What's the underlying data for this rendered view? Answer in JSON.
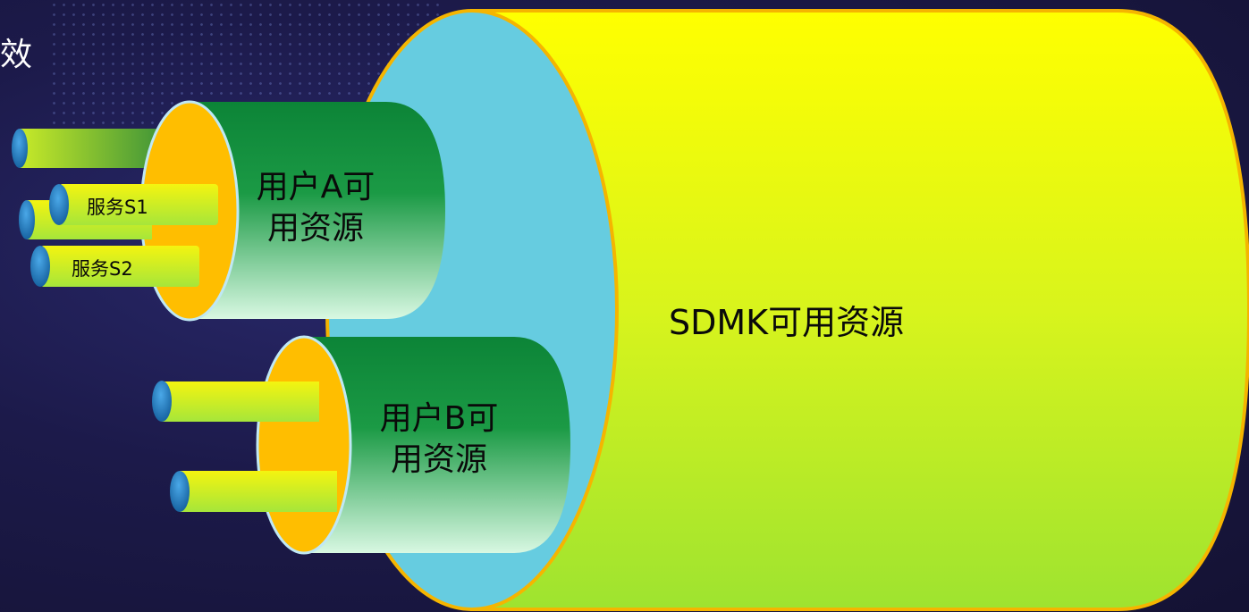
{
  "edge_char": "效",
  "sdmk": {
    "label": "SDMK可用资源"
  },
  "user_a": {
    "line1": "用户A可",
    "line2": "用资源"
  },
  "user_b": {
    "line1": "用户B可",
    "line2": "用资源"
  },
  "services": {
    "s1": "服务S1",
    "s2": "服务S2"
  },
  "colors": {
    "background": "#1c1a4a",
    "sdmk_cylinder": "#ffff00",
    "sdmk_end": "#66cce0",
    "outline": "#f5b500",
    "user_cylinder": "#0d8a3a",
    "user_end": "#ffbe00",
    "pipe": "#e0f020",
    "pipe_end": "#2080c8"
  }
}
